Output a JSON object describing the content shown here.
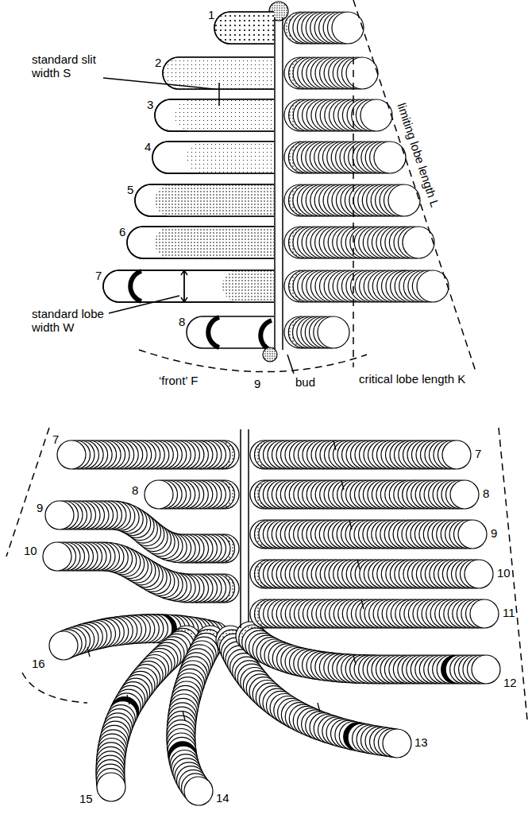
{
  "diagram": {
    "labels": [
      "standard slit width S",
      "1",
      "2",
      "3",
      "4",
      "5",
      "6",
      "7",
      "8",
      "9",
      "limiting lobe length L",
      "standard lobe width W",
      "‘front’ F",
      "bud",
      "critical lobe length K",
      "7",
      "9",
      "10",
      "8",
      "16",
      "7",
      "8",
      "9",
      "10",
      "11",
      "12",
      "13",
      "14",
      "15"
    ]
  }
}
